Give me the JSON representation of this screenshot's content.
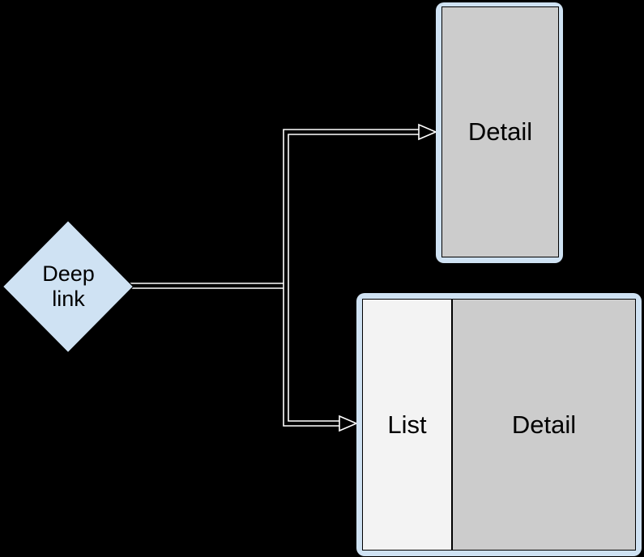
{
  "colors": {
    "bg": "#000000",
    "accent": "#cfe2f3",
    "panel-gray": "#cccccc",
    "panel-light": "#f3f3f3",
    "line": "#ffffff",
    "ink": "#000000"
  },
  "diagram": {
    "deeplink_node": {
      "label": "Deep\nlink"
    },
    "detail_screen": {
      "label": "Detail"
    },
    "list_detail_screen": {
      "list_label": "List",
      "detail_label": "Detail"
    }
  }
}
